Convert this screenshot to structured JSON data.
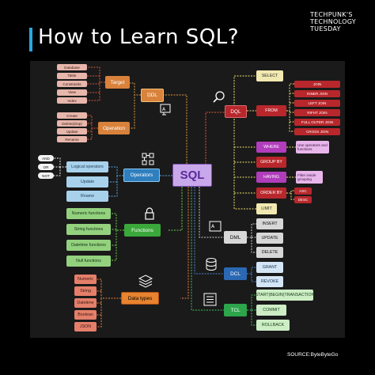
{
  "header": {
    "title": "How to Learn SQL?",
    "brand_line1": "TECHPUNK'S",
    "brand_line2": "TECHNOLOGY",
    "brand_line3": "TUESDAY",
    "source": "SOURCE:ByteByteGo"
  },
  "center": {
    "label": "SQL"
  },
  "ddl": {
    "label": "DDL",
    "target": {
      "label": "Target",
      "items": [
        "Database",
        "Table",
        "Constraints",
        "View",
        "Index"
      ]
    },
    "operation": {
      "label": "Operation",
      "items": [
        "Create",
        "Delete(drop)",
        "Update",
        "Rename"
      ]
    }
  },
  "operators": {
    "label": "Operators",
    "logical": "Logical operators",
    "logical_items": [
      "AND",
      "OR",
      "NOT"
    ],
    "update": "Update",
    "rename": "Rname"
  },
  "functions": {
    "label": "Functions",
    "items": [
      "Numeric functions",
      "String functions",
      "Datetime functions",
      "Null functions"
    ]
  },
  "datatypes": {
    "label": "Data types",
    "items": [
      "Numeric",
      "String",
      "Datetime",
      "Boolean",
      "JSON"
    ]
  },
  "dql": {
    "label": "DQL",
    "select": "SELECT",
    "from": "FROM",
    "joins": [
      "JOIN",
      "INNER JOIN",
      "LEFT JOIN",
      "RIFHT JOIN",
      "FULL OUTER JOIN",
      "CROSS JOIN"
    ],
    "where": "WHERE",
    "where_note": "Use operators and functions",
    "groupby": "GROUP BY",
    "having": "HAVING",
    "having_note": "Filter inside grouping",
    "orderby": "ORDER BY",
    "orders": [
      "ASC",
      "DESC"
    ],
    "limit": "LIMIT"
  },
  "dml": {
    "label": "DML",
    "items": [
      "INSERT",
      "UPDATE",
      "DELETE"
    ]
  },
  "dcl": {
    "label": "DCL",
    "items": [
      "GRANT",
      "REVOKE"
    ]
  },
  "tcl": {
    "label": "TCL",
    "items": [
      "START(BEGIN)TRANSACTION",
      "COMMIT",
      "ROLLBACK"
    ]
  },
  "colors": {
    "ddl": "#d9823b",
    "ddl_leaf": "#e8b6ab",
    "operators": "#2f7fbf",
    "operators_leaf": "#a8d2ec",
    "functions": "#3aa83a",
    "functions_leaf": "#93d17e",
    "datatypes": "#e8832f",
    "datatypes_leaf": "#e57f6a",
    "center": "#c8a8ea",
    "dql": "#b8272c",
    "select": "#f1e9b0",
    "dql_purple": "#b03dbb",
    "dml": "#d7d7d7",
    "dcl": "#2b68b4",
    "dcl_leaf": "#d4e6f6",
    "tcl": "#2da54b",
    "tcl_leaf": "#cdeec5",
    "title_bar": "#2aa8e0"
  },
  "icons": [
    "document-plus-icon",
    "search-icon",
    "network-icon",
    "lock-icon",
    "layers-icon",
    "card-icon",
    "database-icon",
    "list-icon"
  ]
}
